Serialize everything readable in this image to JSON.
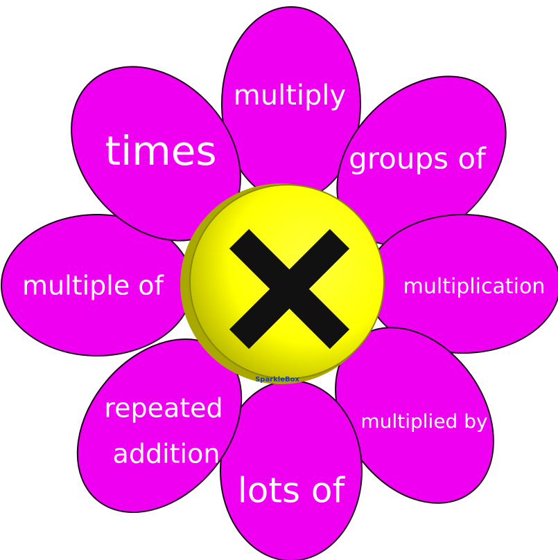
{
  "colors": {
    "petal": "#f000f0",
    "petal_outline": "#1a001a",
    "center": "#ffff00",
    "center_shadow": "#a8a800",
    "symbol": "#111111",
    "text": "#ffffff",
    "brand": "#1a3fb0"
  },
  "center": {
    "symbol": "×",
    "symbol_icon": "multiplication-cross-icon",
    "brand": "SparkleBox"
  },
  "petals": {
    "top": "multiply",
    "top_right": "groups of",
    "right": "multiplication",
    "bottom_right": "multiplied by",
    "bottom": "lots of",
    "bottom_left_line1": "repeated",
    "bottom_left_line2": "addition",
    "left": "multiple of",
    "top_left": "times"
  }
}
